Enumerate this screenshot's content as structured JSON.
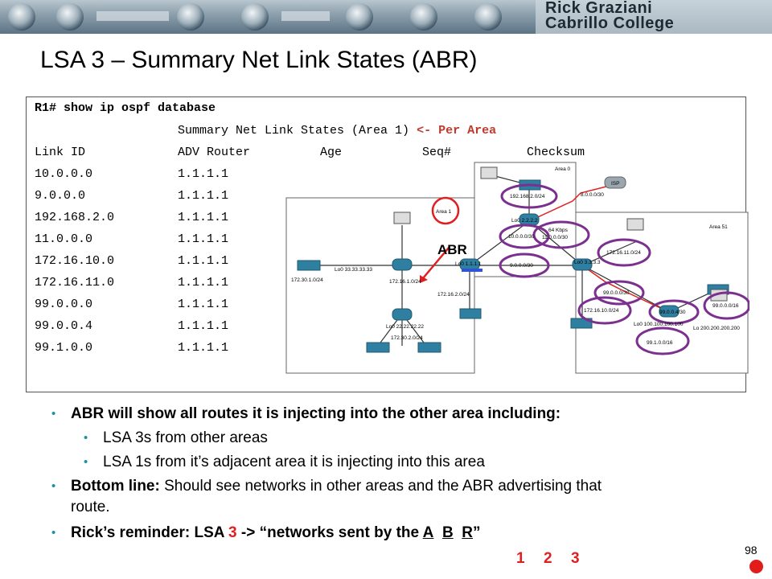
{
  "header": {
    "name_line1": "Rick Graziani",
    "name_line2": "Cabrillo College"
  },
  "title": "LSA 3 – Summary Net Link States (ABR)",
  "terminal": {
    "command": "R1# show ip ospf database",
    "section_label": "Summary Net Link States (Area 1)",
    "section_note": "<- Per Area",
    "columns": [
      "Link ID",
      "ADV Router",
      "Age",
      "Seq#",
      "Checksum"
    ],
    "rows": [
      {
        "link_id": "10.0.0.0",
        "adv_router": "1.1.1.1"
      },
      {
        "link_id": "9.0.0.0",
        "adv_router": "1.1.1.1"
      },
      {
        "link_id": "192.168.2.0",
        "adv_router": "1.1.1.1"
      },
      {
        "link_id": "11.0.0.0",
        "adv_router": "1.1.1.1"
      },
      {
        "link_id": "172.16.10.0",
        "adv_router": "1.1.1.1"
      },
      {
        "link_id": "172.16.11.0",
        "adv_router": "1.1.1.1"
      },
      {
        "link_id": "99.0.0.0",
        "adv_router": "1.1.1.1"
      },
      {
        "link_id": "99.0.0.4",
        "adv_router": "1.1.1.1"
      },
      {
        "link_id": "99.1.0.0",
        "adv_router": "1.1.1.1"
      }
    ]
  },
  "topology": {
    "area0": "Area 0",
    "area1": "Area 1",
    "area51": "Area 51",
    "abr": "ABR",
    "isp": "ISP",
    "labels": {
      "n192": "192.168.2.0/24",
      "n8": "8.0.0.0/30",
      "lo0_222": "Lo0 2.2.2.2",
      "n10": "10.0.0.0/30",
      "kbps": "64 Kbps",
      "n11": "11.0.0.0/30",
      "n9": "9.0.0.0/30",
      "lo0_111": "Lo0 1.1.1.1",
      "lo0_333": "Lo0 3.3.3.3",
      "lo0_3333": "Lo0 33.33.33.33",
      "n17230": "172.30.1.0/24",
      "n172161": "172.16.1.0/24",
      "n172162": "172.16.2.0/24",
      "lo0_2222": "Lo0 22.22.22.22",
      "n172302": "172.30.2.0/24",
      "n17216_11": "172.16.11.0/24",
      "n99": "99.0.0.0/30",
      "n17216_10": "172.16.10.0/24",
      "n994": "99.0.0.4/30",
      "n99016": "99.0.0.0/16",
      "lo0_100": "Lo0 100.100.100.100",
      "lo_200": "Lo 200.200.200.200",
      "n9910": "99.1.0.0/16"
    }
  },
  "bullets": {
    "b1": "ABR will show all routes it is injecting into the other area including:",
    "b1a": "LSA 3s from other areas",
    "b1b": "LSA 1s from it’s adjacent area it is injecting into this area",
    "b2_bold": "Bottom line:",
    "b2_rest": " Should see networks in other areas and the ABR advertising that",
    "b2_cont": "route.",
    "b3_pre": "Rick’s reminder: LSA ",
    "b3_num": "3",
    "b3_mid": " -> “networks sent by the ",
    "b3_a": "A",
    "b3_b": "B",
    "b3_r": "R",
    "b3_end": "”",
    "n1": "1",
    "n2": "2",
    "n3": "3"
  },
  "slide_number": "98",
  "colors": {
    "accent_red": "#e02020",
    "bullet_teal": "#1b8fa4",
    "circle_purple": "#7b2f8e"
  }
}
